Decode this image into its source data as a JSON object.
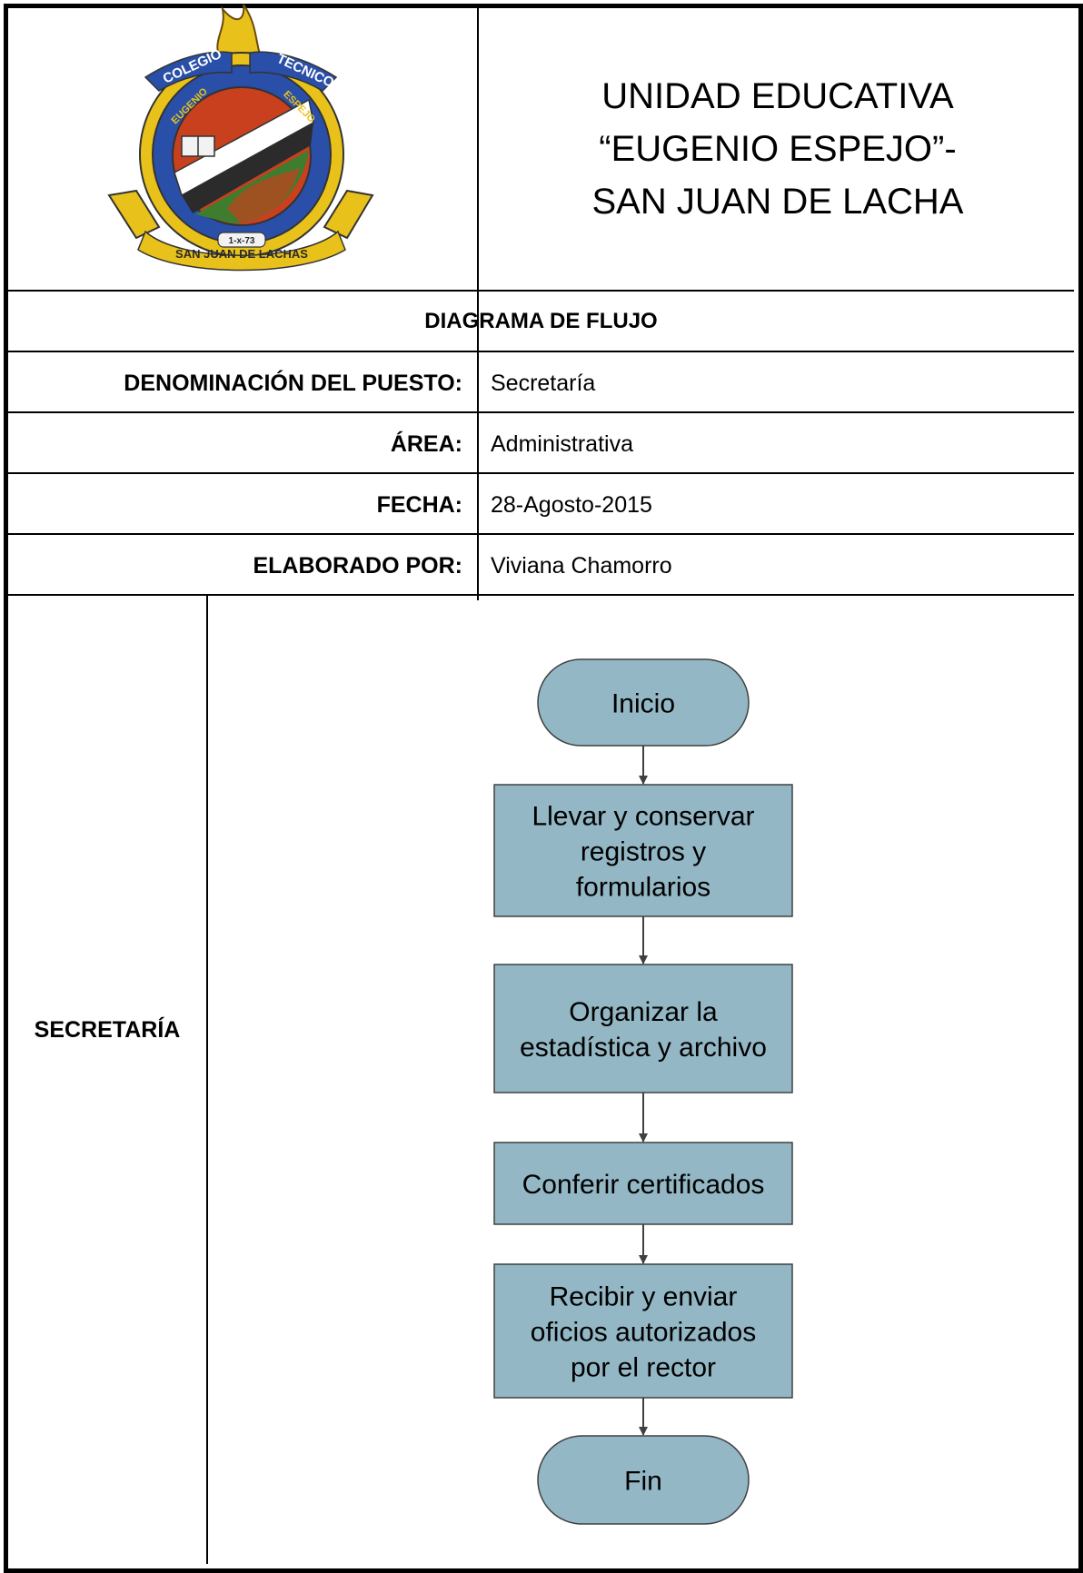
{
  "header": {
    "school_line1": "UNIDAD EDUCATIVA",
    "school_line2": "“EUGENIO ESPEJO”-",
    "school_line3": "SAN JUAN DE LACHA",
    "logo_text_top_left": "COLEGIO",
    "logo_text_top_right": "TECNICO",
    "logo_text_inner_left": "EUGENIO",
    "logo_text_inner_right": "ESPEJO",
    "logo_text_bottom": "SAN JUAN DE LACHAS",
    "logo_date": "1-x-73"
  },
  "section_title": "DIAGRAMA DE FLUJO",
  "fields": {
    "puesto_label": "DENOMINACIÓN DEL PUESTO:",
    "puesto_value": "Secretaría",
    "area_label": "ÁREA:",
    "area_value": "Administrativa",
    "fecha_label": "FECHA:",
    "fecha_value": "28-Agosto-2015",
    "elaborado_label": "ELABORADO POR:",
    "elaborado_value": "Viviana Chamorro"
  },
  "lane_label": "SECRETARÍA",
  "flow": {
    "start": "Inicio",
    "step1": [
      "Llevar y conservar",
      "registros y",
      "formularios"
    ],
    "step2": [
      "Organizar la",
      "estadística y archivo"
    ],
    "step3": [
      "Conferir certificados"
    ],
    "step4": [
      "Recibir y enviar",
      "oficios autorizados",
      "por el rector"
    ],
    "end": "Fin"
  },
  "colors": {
    "node_fill": "#93b7c5",
    "border": "#000000",
    "arrow": "#404040",
    "logo_blue": "#2a4fa8",
    "logo_red": "#c8401e",
    "logo_yellow": "#e8c21a",
    "logo_green": "#3f7d2e"
  }
}
